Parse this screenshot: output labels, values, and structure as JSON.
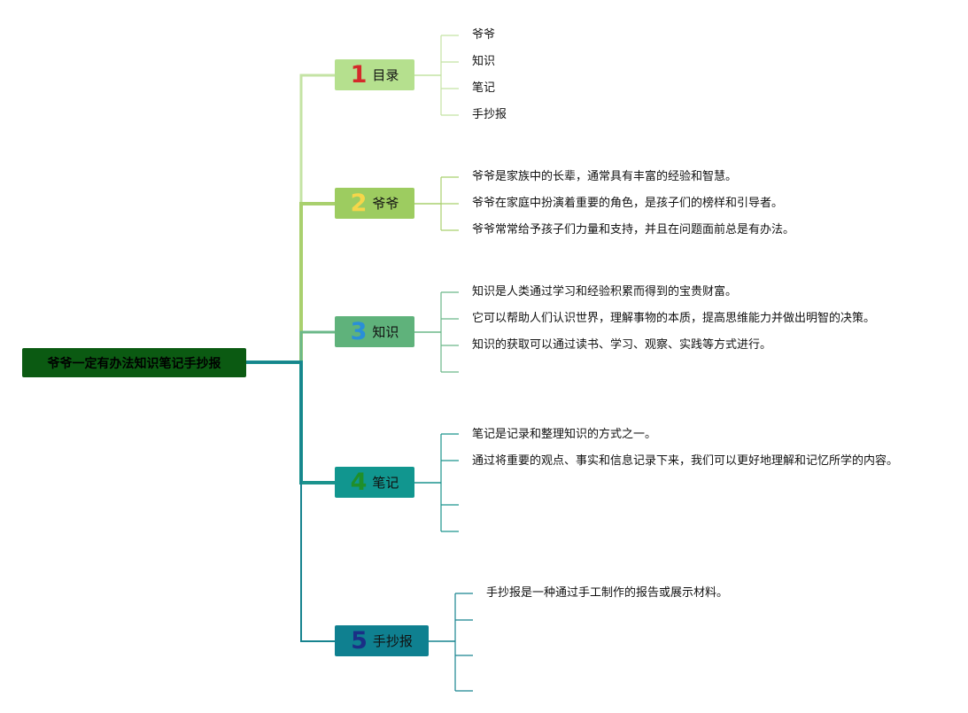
{
  "root": {
    "title": "爷爷一定有办法知识笔记手抄报",
    "color": "#0b5a12"
  },
  "branches": [
    {
      "num": "1",
      "label": "目录",
      "color": "#b5e08e",
      "num_color": "#d42a2a",
      "line_color": "#c4e3a4",
      "leaves": [
        "爷爷",
        "知识",
        "笔记",
        "手抄报"
      ]
    },
    {
      "num": "2",
      "label": "爷爷",
      "color": "#9dcc60",
      "num_color": "#f6d64a",
      "line_color": "#a9d06e",
      "leaves": [
        "爷爷是家族中的长辈，通常具有丰富的经验和智慧。",
        "爷爷在家庭中扮演着重要的角色，是孩子们的榜样和引导者。",
        "爷爷常常给予孩子们力量和支持，并且在问题面前总是有办法。"
      ]
    },
    {
      "num": "3",
      "label": "知识",
      "color": "#5fb27b",
      "num_color": "#2a8fd8",
      "line_color": "#6bb889",
      "leaves": [
        "知识是人类通过学习和经验积累而得到的宝贵财富。",
        "它可以帮助人们认识世界，理解事物的本质，提高思维能力并做出明智的决策。",
        "知识的获取可以通过读书、学习、观察、实践等方式进行。",
        ""
      ]
    },
    {
      "num": "4",
      "label": "笔记",
      "color": "#11968f",
      "num_color": "#1f8f2a",
      "line_color": "#1b938d",
      "leaves": [
        "笔记是记录和整理知识的方式之一。",
        "通过将重要的观点、事实和信息记录下来，我们可以更好地理解和记忆所学的内容。",
        "",
        ""
      ]
    },
    {
      "num": "5",
      "label": "手抄报",
      "color": "#0f8090",
      "num_color": "#1a2f86",
      "line_color": "#17838f",
      "leaves": [
        "手抄报是一种通过手工制作的报告或展示材料。",
        "",
        "",
        ""
      ]
    }
  ]
}
